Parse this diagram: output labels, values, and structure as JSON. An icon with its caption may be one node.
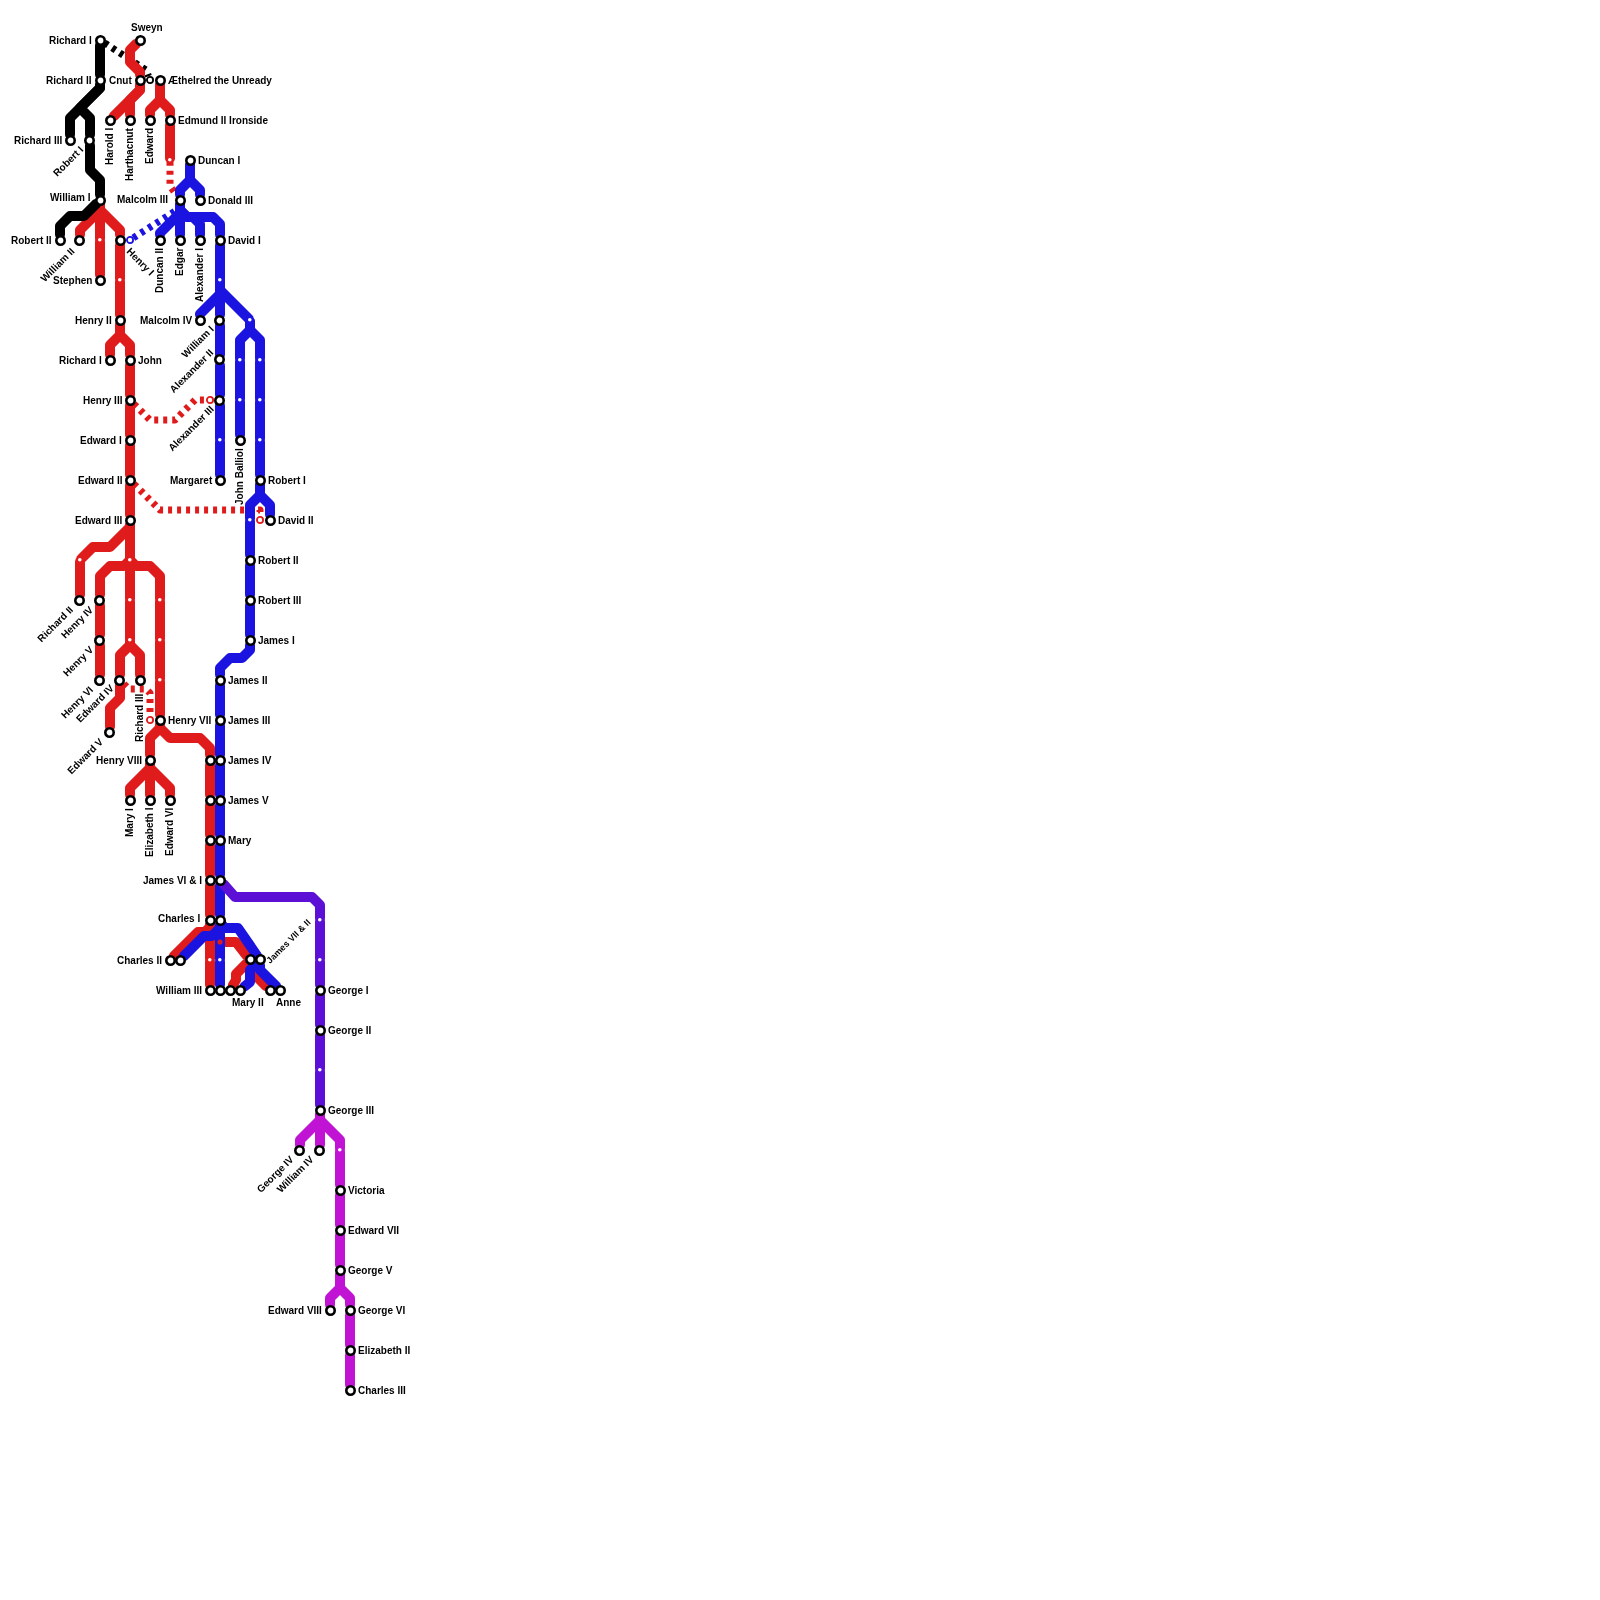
{
  "diagram": {
    "nodes": [
      {
        "text": [
          "Richard I"
        ]
      },
      {
        "text": [
          "Sweyn"
        ]
      },
      {
        "text": [
          "Richard II"
        ]
      },
      {
        "text": [
          "Cnut"
        ]
      },
      {
        "text": [],
        "shape": "circle"
      },
      {
        "text": [
          "Æthelred the Unready"
        ]
      },
      {
        "text": [
          "Harold I"
        ]
      },
      {
        "text": [
          "Harthacnut"
        ]
      },
      {
        "text": [
          "Edward"
        ]
      },
      {
        "text": [
          "Edmund II Ironside"
        ]
      },
      {
        "text": [
          "Richard III"
        ]
      },
      {
        "text": [
          "Robert I"
        ]
      },
      {
        "text": [],
        "shape": "dot"
      },
      {
        "text": [
          "Duncan I"
        ]
      },
      {
        "text": [
          "William I"
        ]
      },
      {
        "text": [
          "Malcolm III"
        ]
      },
      {
        "text": [
          "Donald III"
        ]
      },
      {
        "text": [
          "Robert II"
        ]
      },
      {
        "text": [
          "William II"
        ]
      },
      {
        "text": [],
        "shape": "dot"
      },
      {
        "text": [
          "Henry I"
        ]
      },
      {
        "text": [],
        "shape": "circle"
      },
      {
        "text": [
          "Duncan II"
        ]
      },
      {
        "text": [
          "Edgar"
        ]
      },
      {
        "text": [
          "Alexander I"
        ]
      },
      {
        "text": [
          "David I"
        ]
      },
      {
        "text": [
          "Stephen"
        ]
      },
      {
        "text": [],
        "shape": "dot"
      },
      {
        "text": [],
        "shape": "dot"
      },
      {
        "text": [
          "Henry II"
        ]
      },
      {
        "text": [
          "Malcolm IV"
        ]
      },
      {
        "text": [
          "William I"
        ]
      },
      {
        "text": [],
        "shape": "dot"
      },
      {
        "text": [
          "Richard I"
        ]
      },
      {
        "text": [
          "John"
        ]
      },
      {
        "text": [
          "Alexander II"
        ]
      },
      {
        "text": [],
        "shape": "dot"
      },
      {
        "text": [],
        "shape": "dot"
      },
      {
        "text": [
          "Henry III"
        ]
      },
      {
        "text": [],
        "shape": "circle"
      },
      {
        "text": [
          "Alexander III"
        ]
      },
      {
        "text": [],
        "shape": "dot"
      },
      {
        "text": [],
        "shape": "dot"
      },
      {
        "text": [
          "Edward I"
        ]
      },
      {
        "text": [],
        "shape": "dot"
      },
      {
        "text": [
          "John Balliol"
        ]
      },
      {
        "text": [],
        "shape": "dot"
      },
      {
        "text": [
          "Edward II"
        ]
      },
      {
        "text": [
          "Margaret"
        ]
      },
      {
        "text": [
          "Robert I"
        ]
      },
      {
        "text": [
          "Edward III"
        ]
      },
      {
        "text": [],
        "shape": "dot"
      },
      {
        "text": [],
        "shape": "circle"
      },
      {
        "text": [
          "David II"
        ]
      },
      {
        "text": [],
        "shape": "dot"
      },
      {
        "text": [],
        "shape": "dot"
      },
      {
        "text": [
          "Robert II"
        ]
      },
      {
        "text": [
          "Richard II"
        ]
      },
      {
        "text": [
          "Henry IV"
        ]
      },
      {
        "text": [],
        "shape": "dot"
      },
      {
        "text": [],
        "shape": "dot"
      },
      {
        "text": [
          "Robert III"
        ]
      },
      {
        "text": [
          "Henry V"
        ]
      },
      {
        "text": [],
        "shape": "dot"
      },
      {
        "text": [],
        "shape": "dot"
      },
      {
        "text": [
          "James I"
        ]
      },
      {
        "text": [
          "Henry VI"
        ]
      },
      {
        "text": [
          "Edward IV"
        ]
      },
      {
        "text": [
          "Richard III"
        ]
      },
      {
        "text": [],
        "shape": "dot"
      },
      {
        "text": [
          "James II"
        ]
      },
      {
        "text": [
          "Edward V"
        ]
      },
      {
        "text": [],
        "shape": "circle"
      },
      {
        "text": [
          "Henry VII"
        ]
      },
      {
        "text": [
          "James III"
        ]
      },
      {
        "text": [
          "Henry VIII"
        ]
      },
      {
        "text": [
          "James IV"
        ]
      },
      {
        "text": [
          "Mary I"
        ]
      },
      {
        "text": [
          "Elizabeth I"
        ]
      },
      {
        "text": [
          "Edward VI"
        ]
      },
      {
        "text": [
          "James V"
        ]
      },
      {
        "text": [
          "Mary"
        ]
      },
      {
        "text": [
          "James VI & I"
        ]
      },
      {
        "text": [
          "Charles I"
        ]
      },
      {
        "text": [],
        "shape": "dot"
      },
      {
        "text": [
          "Charles II"
        ]
      },
      {
        "text": [],
        "shape": "dot"
      },
      {
        "text": [],
        "shape": "dot"
      },
      {
        "text": [
          "James VII & II"
        ]
      },
      {
        "text": [],
        "shape": "dot"
      },
      {
        "text": [
          "William III"
        ]
      },
      {
        "text": [
          "Mary II"
        ]
      },
      {
        "text": [
          "Anne"
        ]
      },
      {
        "text": [
          "George I"
        ]
      },
      {
        "text": [
          "George II"
        ]
      },
      {
        "text": [],
        "shape": "dot"
      },
      {
        "text": [
          "George III"
        ]
      },
      {
        "text": [
          "George IV"
        ]
      },
      {
        "text": [
          "William IV"
        ]
      },
      {
        "text": [],
        "shape": "dot"
      },
      {
        "text": [
          "Victoria"
        ]
      },
      {
        "text": [
          "Edward VII"
        ]
      },
      {
        "text": [
          "George V"
        ]
      },
      {
        "text": [
          "Edward VIII"
        ]
      },
      {
        "text": [
          "George VI"
        ]
      },
      {
        "text": [
          "Elizabeth II"
        ]
      },
      {
        "text": [
          "Charles III"
        ]
      }
    ],
    "edges": [
      {
        "from": 1,
        "to": 3,
        "arrow": "none"
      },
      {
        "from": 3,
        "to": 6,
        "arrow": "none"
      },
      {
        "from": 3,
        "to": 7,
        "arrow": "none"
      },
      {
        "from": 5,
        "to": 8,
        "arrow": "none"
      },
      {
        "from": 5,
        "to": 9,
        "arrow": "none"
      },
      {
        "from": 9,
        "to": 12,
        "arrow": "none"
      },
      {
        "from": 12,
        "to": 15,
        "arrow": "none",
        "style": "dashed"
      },
      {
        "from": 14,
        "to": 18,
        "arrow": "none"
      },
      {
        "from": 14,
        "to": 19,
        "arrow": "none"
      },
      {
        "from": 14,
        "to": 20,
        "arrow": "none"
      },
      {
        "from": 19,
        "to": 26,
        "arrow": "none"
      },
      {
        "from": 20,
        "to": 27,
        "arrow": "none"
      },
      {
        "from": 27,
        "to": 29,
        "arrow": "none"
      },
      {
        "from": 29,
        "to": 33,
        "arrow": "none"
      },
      {
        "from": 29,
        "to": 34,
        "arrow": "none"
      },
      {
        "from": 34,
        "to": 38,
        "arrow": "none"
      },
      {
        "from": 38,
        "to": 39,
        "arrow": "none",
        "style": "dashed"
      },
      {
        "from": 38,
        "to": 43,
        "arrow": "none"
      },
      {
        "from": 43,
        "to": 47,
        "arrow": "none"
      },
      {
        "from": 47,
        "to": 52,
        "arrow": "none",
        "style": "dashed"
      },
      {
        "from": 47,
        "to": 50,
        "arrow": "none"
      },
      {
        "from": 50,
        "to": 54,
        "arrow": "none"
      },
      {
        "from": 54,
        "to": 57,
        "arrow": "none"
      },
      {
        "from": 50,
        "to": 55,
        "arrow": "none"
      },
      {
        "from": 55,
        "to": 58,
        "arrow": "none"
      },
      {
        "from": 55,
        "to": 59,
        "arrow": "none"
      },
      {
        "from": 55,
        "to": 60,
        "arrow": "none"
      },
      {
        "from": 58,
        "to": 62,
        "arrow": "none"
      },
      {
        "from": 62,
        "to": 66,
        "arrow": "none"
      },
      {
        "from": 59,
        "to": 63,
        "arrow": "none"
      },
      {
        "from": 63,
        "to": 67,
        "arrow": "none"
      },
      {
        "from": 63,
        "to": 68,
        "arrow": "none"
      },
      {
        "from": 67,
        "to": 71,
        "arrow": "none"
      },
      {
        "from": 67,
        "to": 72,
        "arrow": "none",
        "style": "dashed"
      },
      {
        "from": 60,
        "to": 64,
        "arrow": "none"
      },
      {
        "from": 64,
        "to": 69,
        "arrow": "none"
      },
      {
        "from": 69,
        "to": 73,
        "arrow": "none"
      },
      {
        "from": 73,
        "to": 75,
        "arrow": "none"
      },
      {
        "from": 73,
        "to": 76,
        "arrow": "none"
      },
      {
        "from": 75,
        "to": 77,
        "arrow": "none"
      },
      {
        "from": 75,
        "to": 78,
        "arrow": "none"
      },
      {
        "from": 75,
        "to": 79,
        "arrow": "none"
      },
      {
        "from": 76,
        "to": 80,
        "arrow": "none"
      },
      {
        "from": 80,
        "to": 81,
        "arrow": "none"
      },
      {
        "from": 81,
        "to": 82,
        "arrow": "none"
      },
      {
        "from": 82,
        "to": 83,
        "arrow": "none"
      },
      {
        "from": 83,
        "to": 85,
        "arrow": "none"
      },
      {
        "from": 83,
        "to": 86,
        "arrow": "none"
      },
      {
        "from": 86,
        "to": 90,
        "arrow": "none"
      },
      {
        "from": 83,
        "to": 88,
        "arrow": "none"
      },
      {
        "from": 88,
        "to": 91,
        "arrow": "none"
      },
      {
        "from": 88,
        "to": 92,
        "arrow": "none"
      },
      {
        "from": 0,
        "to": 2,
        "arrow": "none",
        "color": "#000000"
      },
      {
        "from": 2,
        "to": 10,
        "arrow": "none",
        "color": "#000000"
      },
      {
        "from": 2,
        "to": 11,
        "arrow": "none",
        "color": "#000000"
      },
      {
        "from": 11,
        "to": 14,
        "arrow": "none",
        "color": "#000000"
      },
      {
        "from": 14,
        "to": 17,
        "arrow": "none",
        "color": "#000000"
      },
      {
        "from": 0,
        "to": 4,
        "arrow": "none",
        "style": "dashed",
        "color": "#000000"
      },
      {
        "from": 15,
        "to": 21,
        "arrow": "none",
        "style": "dashed",
        "color": "#1b14e0"
      },
      {
        "from": 13,
        "to": 15,
        "arrow": "none",
        "color": "#1b14e0"
      },
      {
        "from": 13,
        "to": 16,
        "arrow": "none",
        "color": "#1b14e0"
      },
      {
        "from": 15,
        "to": 22,
        "arrow": "none",
        "color": "#1b14e0"
      },
      {
        "from": 15,
        "to": 23,
        "arrow": "none",
        "color": "#1b14e0"
      },
      {
        "from": 15,
        "to": 24,
        "arrow": "none",
        "color": "#1b14e0"
      },
      {
        "from": 15,
        "to": 25,
        "arrow": "none",
        "color": "#1b14e0"
      },
      {
        "from": 25,
        "to": 28,
        "arrow": "none",
        "color": "#1b14e0"
      },
      {
        "from": 28,
        "to": 30,
        "arrow": "none",
        "color": "#1b14e0"
      },
      {
        "from": 28,
        "to": 31,
        "arrow": "none",
        "color": "#1b14e0"
      },
      {
        "from": 28,
        "to": 32,
        "arrow": "none",
        "color": "#1b14e0"
      },
      {
        "from": 32,
        "to": 36,
        "arrow": "none",
        "color": "#1b14e0"
      },
      {
        "from": 32,
        "to": 37,
        "arrow": "none",
        "color": "#1b14e0"
      },
      {
        "from": 31,
        "to": 35,
        "arrow": "none",
        "color": "#1b14e0"
      },
      {
        "from": 35,
        "to": 40,
        "arrow": "none",
        "color": "#1b14e0"
      },
      {
        "from": 40,
        "to": 44,
        "arrow": "none",
        "color": "#1b14e0"
      },
      {
        "from": 44,
        "to": 48,
        "arrow": "none",
        "color": "#1b14e0"
      },
      {
        "from": 36,
        "to": 41,
        "arrow": "none",
        "color": "#1b14e0"
      },
      {
        "from": 41,
        "to": 45,
        "arrow": "none",
        "color": "#1b14e0"
      },
      {
        "from": 37,
        "to": 42,
        "arrow": "none",
        "color": "#1b14e0"
      },
      {
        "from": 42,
        "to": 46,
        "arrow": "none",
        "color": "#1b14e0"
      },
      {
        "from": 46,
        "to": 49,
        "arrow": "none",
        "color": "#1b14e0"
      },
      {
        "from": 49,
        "to": 51,
        "arrow": "none",
        "color": "#1b14e0"
      },
      {
        "from": 49,
        "to": 53,
        "arrow": "none",
        "color": "#1b14e0"
      },
      {
        "from": 51,
        "to": 56,
        "arrow": "none",
        "color": "#1b14e0"
      },
      {
        "from": 56,
        "to": 61,
        "arrow": "none",
        "color": "#1b14e0"
      },
      {
        "from": 61,
        "to": 65,
        "arrow": "none",
        "color": "#1b14e0"
      },
      {
        "from": 65,
        "to": 70,
        "arrow": "none",
        "color": "#1b14e0"
      },
      {
        "from": 70,
        "to": 74,
        "arrow": "none",
        "color": "#1b14e0"
      },
      {
        "from": 74,
        "to": 76,
        "arrow": "none",
        "color": "#1b14e0"
      },
      {
        "from": 76,
        "to": 80,
        "arrow": "none",
        "color": "#1b14e0"
      },
      {
        "from": 80,
        "to": 81,
        "arrow": "none",
        "color": "#1b14e0"
      },
      {
        "from": 81,
        "to": 82,
        "arrow": "none",
        "color": "#1b14e0"
      },
      {
        "from": 82,
        "to": 83,
        "arrow": "none",
        "color": "#1b14e0"
      },
      {
        "from": 83,
        "to": 85,
        "arrow": "none",
        "color": "#1b14e0"
      },
      {
        "from": 83,
        "to": 87,
        "arrow": "none",
        "color": "#1b14e0"
      },
      {
        "from": 87,
        "to": 90,
        "arrow": "none",
        "color": "#1b14e0"
      },
      {
        "from": 83,
        "to": 88,
        "arrow": "none",
        "color": "#1b14e0"
      },
      {
        "from": 88,
        "to": 91,
        "arrow": "none",
        "color": "#1b14e0"
      },
      {
        "from": 88,
        "to": 92,
        "arrow": "none",
        "color": "#1b14e0"
      },
      {
        "from": 82,
        "to": 84,
        "arrow": "none",
        "color": "#5d10d5"
      },
      {
        "from": 84,
        "to": 89,
        "arrow": "none",
        "color": "#5d10d5"
      },
      {
        "from": 89,
        "to": 93,
        "arrow": "none",
        "color": "#5d10d5"
      },
      {
        "from": 93,
        "to": 94,
        "arrow": "none",
        "color": "#5d10d5"
      },
      {
        "from": 94,
        "to": 95,
        "arrow": "none",
        "color": "#5d10d5"
      },
      {
        "from": 95,
        "to": 96,
        "arrow": "none",
        "color": "#5d10d5"
      },
      {
        "from": 96,
        "to": 97,
        "arrow": "none",
        "color": "#c013d3"
      },
      {
        "from": 96,
        "to": 98,
        "arrow": "none",
        "color": "#c013d3"
      },
      {
        "from": 96,
        "to": 99,
        "arrow": "none",
        "color": "#c013d3"
      },
      {
        "from": 99,
        "to": 100,
        "arrow": "none",
        "color": "#c013d3"
      },
      {
        "from": 100,
        "to": 101,
        "arrow": "none",
        "color": "#c013d3"
      },
      {
        "from": 101,
        "to": 102,
        "arrow": "none",
        "color": "#c013d3"
      },
      {
        "from": 102,
        "to": 103,
        "arrow": "none",
        "color": "#c013d3"
      },
      {
        "from": 102,
        "to": 104,
        "arrow": "none",
        "color": "#c013d3"
      },
      {
        "from": 104,
        "to": 105,
        "arrow": "none",
        "color": "#c013d3"
      },
      {
        "from": 105,
        "to": 106,
        "arrow": "none",
        "color": "#c013d3"
      }
    ]
  }
}
